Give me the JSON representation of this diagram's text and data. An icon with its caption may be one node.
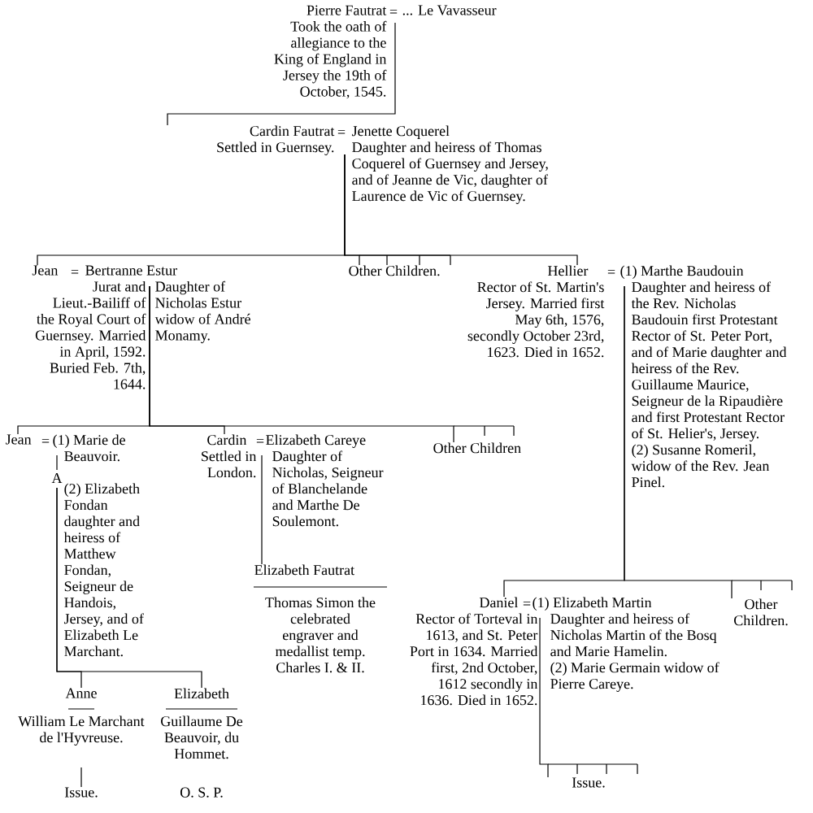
{
  "diagram": {
    "nodes": [
      {
        "text": [
          "Pierre Fautrat",
          "Took the oath of allegiance to the King of England in Jersey the 19th of October, 1545."
        ]
      },
      {
        "text": [
          "... Le Vavasseur"
        ]
      },
      {
        "text": [
          "Cardin Fautrat",
          "Settled in Guernsey."
        ]
      },
      {
        "text": [
          "Jenette Coquerel",
          "Daughter and heiress of Thomas Coquerel of Guernsey and Jersey, and of Jeanne de Vic, daughter of Laurence de Vic of Guernsey."
        ]
      },
      {
        "text": [
          "Jean",
          "Jurat and Lieut.-Bailiff of the Royal Court of Guernsey. Married in April, 1592. Buried Feb. 7th, 1644."
        ]
      },
      {
        "text": [
          "Bertranne Estur",
          "Daughter of Nicholas Estur widow of André Monamy."
        ]
      },
      {
        "text": [
          "Other Children."
        ]
      },
      {
        "text": [
          "Hellier",
          "Rector of St. Martin's Jersey. Married first May 6th, 1576, secondly October 23rd, 1623. Died in 1652."
        ]
      },
      {
        "text": [
          "(1) Marthe Baudouin",
          "Daughter and heiress of the Rev. Nicholas Baudouin first Protestant Rector of St. Peter Port, and of Marie daughter and heiress of the Rev. Guillaume Maurice, Seigneur de la Ripaudière and first Protestant Rector of St. Helier's, Jersey.",
          "(2) Susanne Romeril, widow of the Rev. Jean Pinel."
        ]
      },
      {
        "text": [
          "Jean"
        ]
      },
      {
        "text": [
          "(1) Marie de Beauvoir."
        ]
      },
      {
        "text": [
          "(2) Elizabeth Fondan daughter and heiress of Matthew Fondan, Seigneur de Handois, Jersey, and of Elizabeth Le Marchant."
        ]
      },
      {
        "text": [
          "Cardin",
          "Settled in London."
        ]
      },
      {
        "text": [
          "Elizabeth Careye",
          "Daughter of Nicholas, Seigneur of Blanchelande and Marthe De Soulemont."
        ]
      },
      {
        "text": [
          "Other Children"
        ]
      },
      {
        "text": [
          "Elizabeth Fautrat"
        ]
      },
      {
        "text": [
          "Thomas Simon the celebrated engraver and medallist temp. Charles I. & II."
        ]
      },
      {
        "text": [
          "Daniel",
          "Rector of Torteval in 1613, and St. Peter Port in 1634. Married first, 2nd October, 1612 secondly in 1636. Died in 1652."
        ]
      },
      {
        "text": [
          "(1) Elizabeth Martin",
          "Daughter and heiress of Nicholas Martin of the Bosq and Marie Hamelin.",
          "(2) Marie Germain widow of Pierre Careye."
        ]
      },
      {
        "text": [
          "Other Children."
        ]
      },
      {
        "text": [
          "Anne"
        ]
      },
      {
        "text": [
          "Elizabeth"
        ]
      },
      {
        "text": [
          "William Le Marchant de l'Hyvreuse."
        ]
      },
      {
        "text": [
          "Guillaume De Beauvoir, du Hommet."
        ]
      },
      {
        "text": [
          "Issue."
        ]
      },
      {
        "text": [
          "O. S. P."
        ]
      },
      {
        "text": [
          "Issue."
        ]
      }
    ],
    "edges": [
      {
        "from": 1,
        "to": 2,
        "arrow": "none"
      },
      {
        "from": 3,
        "to": 4,
        "arrow": "none"
      },
      {
        "from": 3,
        "to": 6,
        "arrow": "none"
      },
      {
        "from": 3,
        "to": 7,
        "arrow": "none"
      },
      {
        "from": 5,
        "to": 9,
        "arrow": "none"
      },
      {
        "from": 5,
        "to": 12,
        "arrow": "none"
      },
      {
        "from": 5,
        "to": 14,
        "arrow": "none"
      },
      {
        "from": 8,
        "to": 17,
        "arrow": "none"
      },
      {
        "from": 8,
        "to": 19,
        "arrow": "none"
      },
      {
        "from": 11,
        "to": 20,
        "arrow": "none"
      },
      {
        "from": 11,
        "to": 21,
        "arrow": "none"
      },
      {
        "from": 13,
        "to": 15,
        "arrow": "none"
      },
      {
        "from": 22,
        "to": 24,
        "arrow": "none"
      },
      {
        "from": 18,
        "to": 26,
        "arrow": "none"
      }
    ],
    "labels": [
      "=",
      "=",
      "=",
      "=",
      "=",
      "=",
      "A",
      "="
    ]
  }
}
